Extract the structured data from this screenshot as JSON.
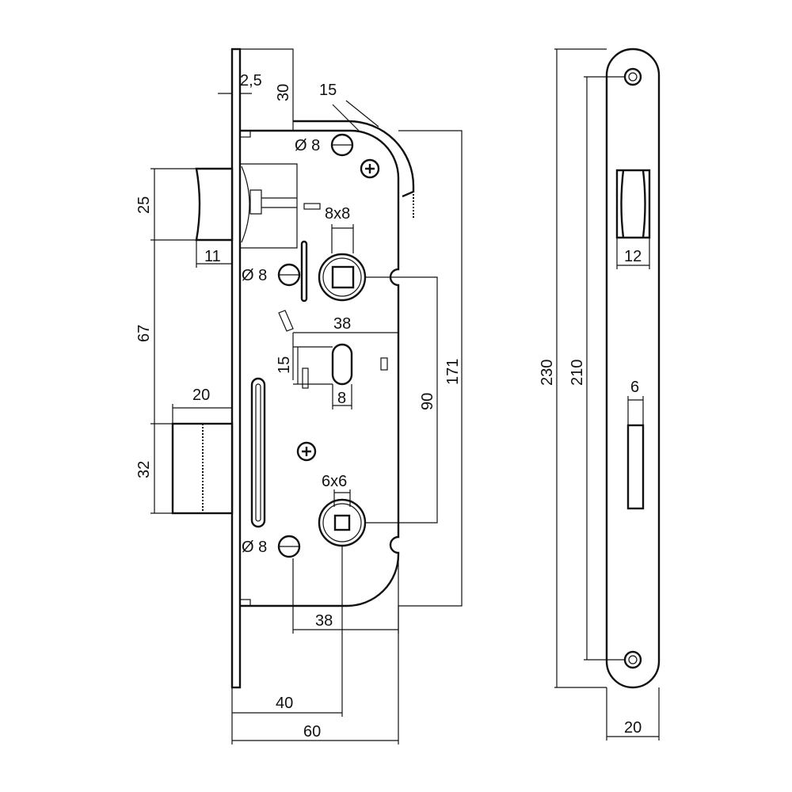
{
  "lock": {
    "dims": {
      "faceplate_thickness": "2,5",
      "top_offset": "30",
      "latch_radius": "15",
      "hole_top": "Ø 8",
      "hole_mid": "Ø 8",
      "hole_bottom": "Ø 8",
      "spindle_square": "8x8",
      "latch_height": "25",
      "latch_depth": "11",
      "handle_to_bolt": "67",
      "bolt_projection": "20",
      "bolt_height": "32",
      "backset_key": "38",
      "key_height": "15",
      "key_width": "8",
      "center_distance": "90",
      "body_height": "171",
      "lower_square": "6x6",
      "backset_lower": "38",
      "backset": "40",
      "body_depth": "60"
    }
  },
  "strike": {
    "dims": {
      "length": "230",
      "screw_distance": "210",
      "latch_slot": "12",
      "bolt_slot": "6",
      "width": "20"
    }
  }
}
